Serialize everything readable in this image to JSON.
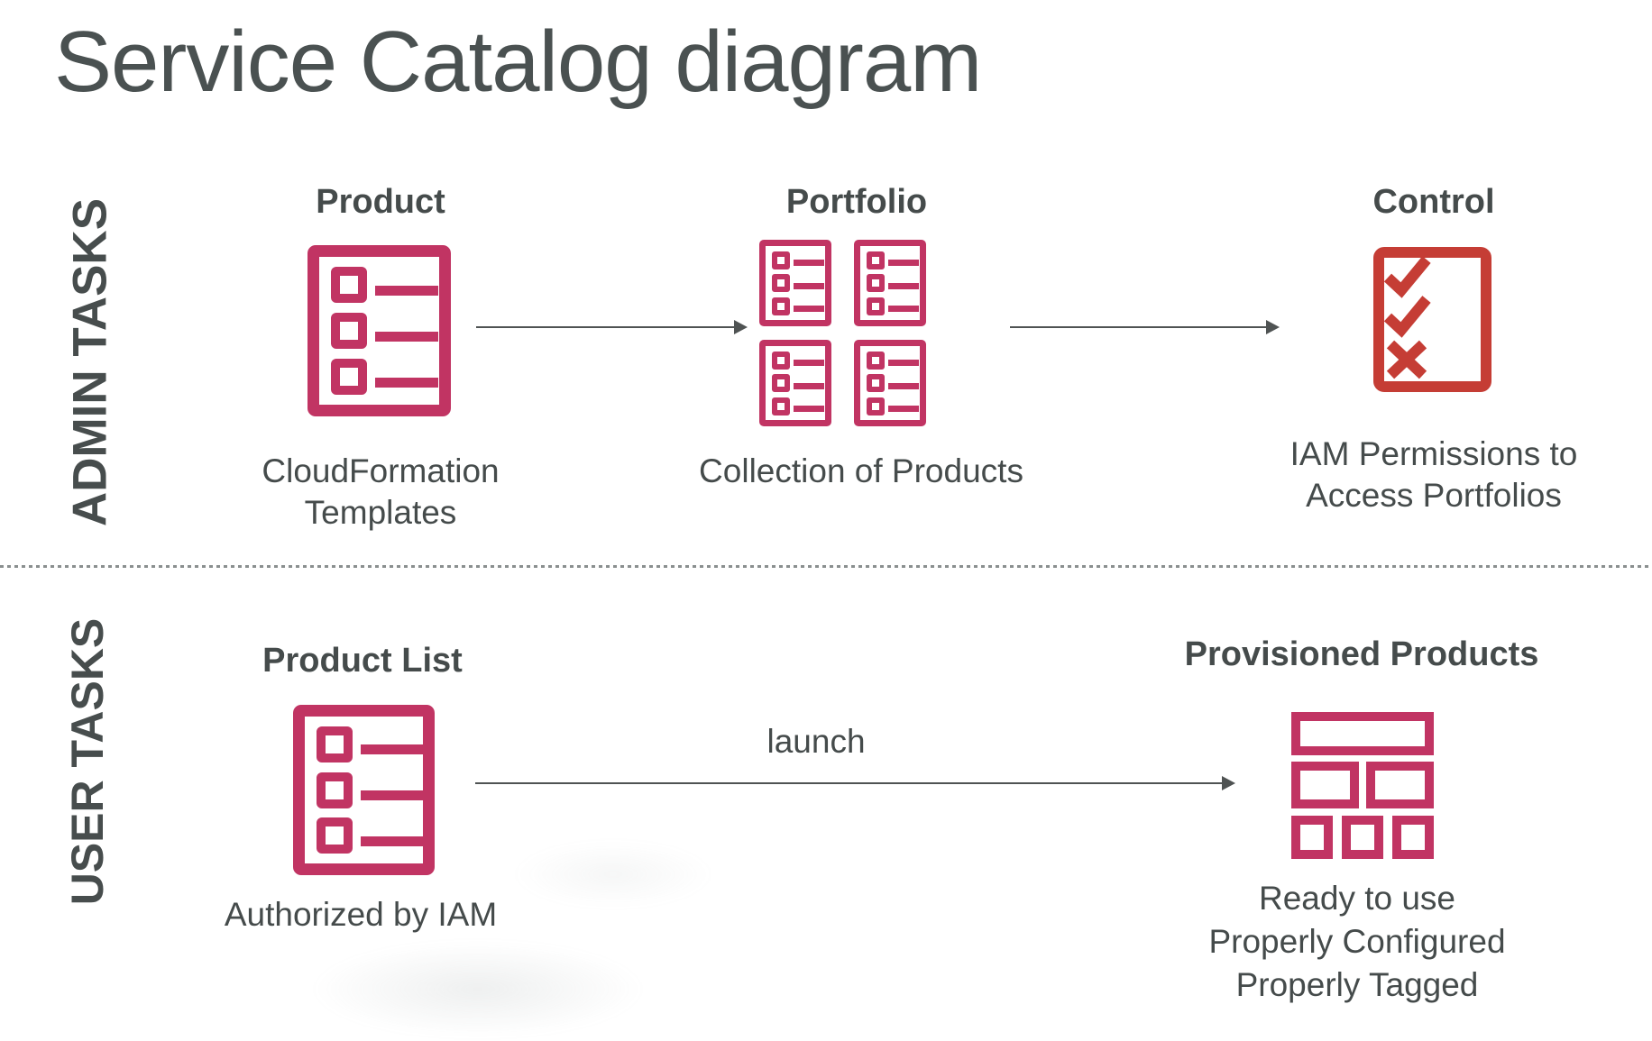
{
  "title": "Service Catalog diagram",
  "colors": {
    "charcoal": "#454b4b",
    "pink": "#c13463",
    "red": "#c53d35",
    "arrow": "#4f5353",
    "divider": "#8a8f8f"
  },
  "admin": {
    "label": "ADMIN TASKS",
    "product": {
      "heading": "Product",
      "caption": "CloudFormation\nTemplates",
      "icon": "product-list-icon"
    },
    "portfolio": {
      "heading": "Portfolio",
      "caption": "Collection of Products",
      "icon": "portfolio-grid-icon"
    },
    "control": {
      "heading": "Control",
      "caption": "IAM Permissions to\nAccess Portfolios",
      "icon": "checklist-check-check-x-icon"
    }
  },
  "user": {
    "label": "USER TASKS",
    "product_list": {
      "heading": "Product List",
      "caption": "Authorized by IAM",
      "icon": "product-list-icon"
    },
    "launch_label": "launch",
    "provisioned": {
      "heading": "Provisioned Products",
      "caption": "Ready to use\nProperly Configured\nProperly Tagged",
      "icon": "provisioned-products-bricks-icon"
    }
  }
}
